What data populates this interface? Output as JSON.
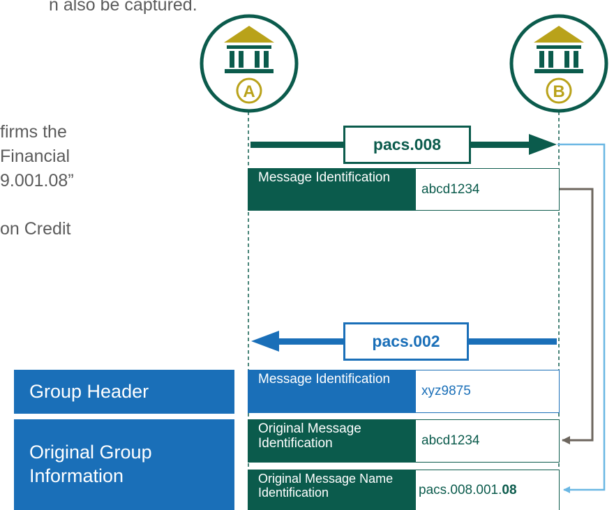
{
  "text_fragments": {
    "top_line": "n also be captured.",
    "lines": [
      "firms the",
      "Financial",
      "9.001.08”",
      "on Credit"
    ]
  },
  "banks": [
    {
      "letter": "A"
    },
    {
      "letter": "B"
    }
  ],
  "messages": {
    "pacs008": {
      "label": "pacs.008",
      "direction": "A to B"
    },
    "pacs002": {
      "label": "pacs.002",
      "direction": "B to A"
    }
  },
  "pacs008_fields": [
    {
      "label": "Message Identification",
      "value": "abcd1234"
    }
  ],
  "pacs002_fields": [
    {
      "label": "Message Identification",
      "value": "xyz9875"
    },
    {
      "label": "Original Message Identification",
      "value": "abcd1234"
    },
    {
      "label": "Original Message Name Identification",
      "value_prefix": "pacs.008.001.",
      "value_bold": "08"
    }
  ],
  "side_headers": {
    "group_header": "Group Header",
    "original_group_information": "Original Group Information"
  },
  "colors": {
    "dark_green": "#0b5b4c",
    "blue": "#1a6fb8",
    "gold": "#b9a21a",
    "gray_connector": "#6d665e",
    "light_blue_connector": "#6ab7e3",
    "body_text": "#5b5b5b"
  },
  "icons": [
    "bank-icon"
  ]
}
